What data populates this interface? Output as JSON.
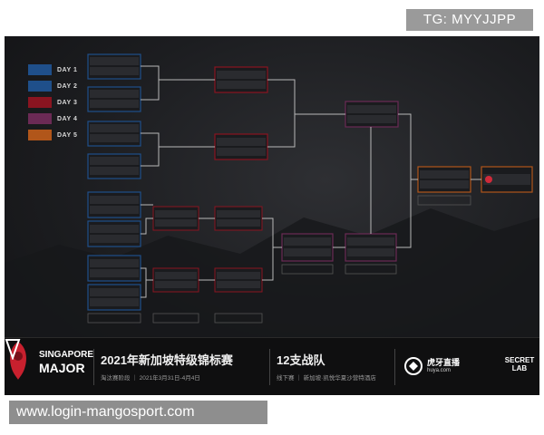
{
  "watermark_top": "TG: MYYJJPP",
  "watermark_bottom": "www.login-mangosport.com",
  "legend": [
    {
      "label": "DAY 1",
      "color": "#1f4f8a"
    },
    {
      "label": "DAY 2",
      "color": "#1f4f8a"
    },
    {
      "label": "DAY 3",
      "color": "#8a1420"
    },
    {
      "label": "DAY 4",
      "color": "#6b2a55"
    },
    {
      "label": "DAY 5",
      "color": "#b1561a"
    }
  ],
  "footer": {
    "logo_line1": "SINGAPORE",
    "logo_line2": "MAJOR",
    "title": "2021年新加坡特级锦标赛",
    "info": "淘汰赛阶段 ｜ 2021年3月31日-4月4日",
    "teams": "12支战队",
    "teams_info": "线下赛 ｜ 新加坡·凯悦华夏沙营特酒店",
    "huya": "虎牙直播",
    "huya_sub": "huya.com",
    "secret": "SECRET LAB"
  },
  "colors": {
    "day1": "#1f4f8a",
    "day3": "#8a1420",
    "day4": "#6b2a55",
    "day5": "#b1561a"
  }
}
